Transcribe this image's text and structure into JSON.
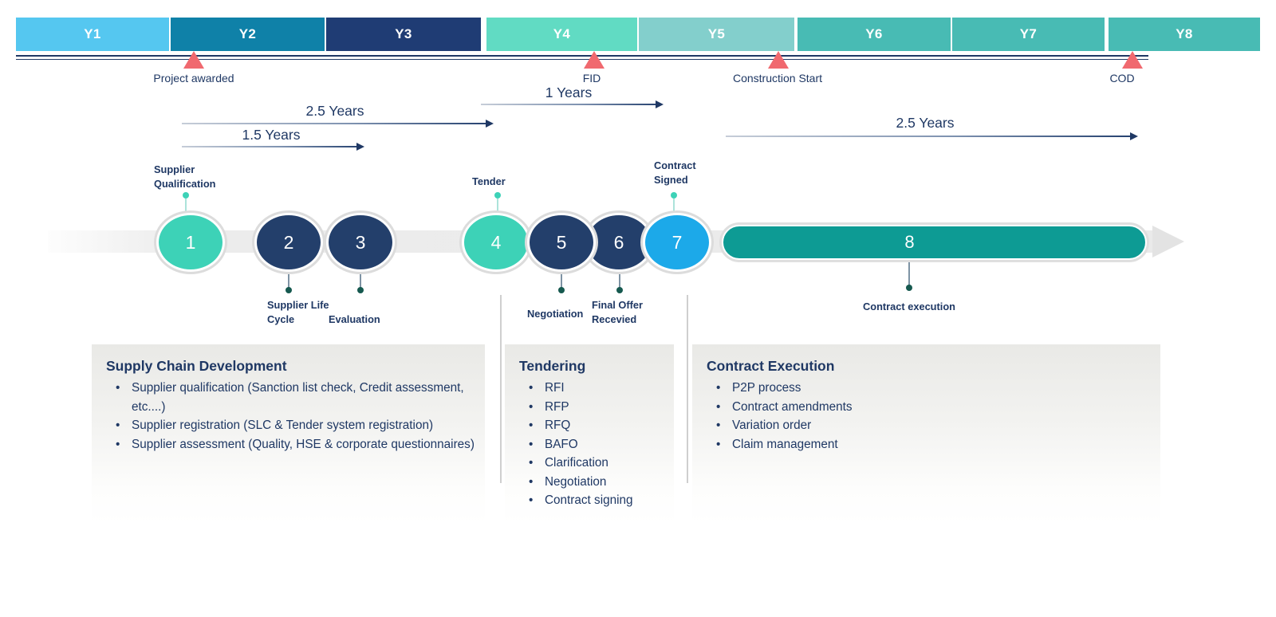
{
  "year_bar": {
    "segments": [
      {
        "label": "Y1",
        "color": "#55C7F0"
      },
      {
        "label": "Y2",
        "color": "#0F81A8"
      },
      {
        "label": "Y3",
        "color": "#1F3C74"
      },
      {
        "label": "Y4",
        "color": "#61DBC3"
      },
      {
        "label": "Y5",
        "color": "#83CFCC"
      },
      {
        "label": "Y6",
        "color": "#48BBB4"
      },
      {
        "label": "Y7",
        "color": "#48BBB4"
      },
      {
        "label": "Y8",
        "color": "#48BBB4"
      }
    ]
  },
  "milestones": {
    "marker_color": "#F0696F",
    "items": [
      {
        "label": "Project awarded"
      },
      {
        "label": "FID"
      },
      {
        "label": "Construction Start"
      },
      {
        "label": "COD"
      }
    ]
  },
  "duration_arrows": [
    {
      "label": "1 Years"
    },
    {
      "label": "2.5 Years"
    },
    {
      "label": "1.5 Years"
    },
    {
      "label": "2.5 Years"
    }
  ],
  "process": {
    "steps": [
      {
        "number": "1",
        "label": "Supplier\nQualification",
        "label_position": "above",
        "color": "#3DD2B7"
      },
      {
        "number": "2",
        "label": "Supplier Life\nCycle",
        "label_position": "below",
        "color": "#233F6B"
      },
      {
        "number": "3",
        "label": "Evaluation",
        "label_position": "below",
        "color": "#233F6B"
      },
      {
        "number": "4",
        "label": "Tender",
        "label_position": "above",
        "color": "#3DD2B7"
      },
      {
        "number": "5",
        "label": "Negotiation",
        "label_position": "below",
        "color": "#233F6B"
      },
      {
        "number": "6",
        "label": "Final Offer\nRecevied",
        "label_position": "below",
        "color": "#233F6B"
      },
      {
        "number": "7",
        "label": "Contract\nSigned",
        "label_position": "above",
        "color": "#1CA9E9"
      },
      {
        "number": "8",
        "label": "Contract execution",
        "label_position": "below",
        "color": "#0D9B94",
        "shape": "bar"
      }
    ]
  },
  "phases": [
    {
      "title": "Supply Chain Development",
      "bullets": [
        "Supplier qualification (Sanction list check, Credit assessment, etc....)",
        "Supplier registration (SLC & Tender system registration)",
        "Supplier assessment (Quality, HSE & corporate questionnaires)"
      ]
    },
    {
      "title": "Tendering",
      "bullets": [
        "RFI",
        "RFP",
        "RFQ",
        "BAFO",
        "Clarification",
        "Negotiation",
        "Contract signing"
      ]
    },
    {
      "title": "Contract Execution",
      "bullets": [
        "P2P process",
        "Contract amendments",
        "Variation order",
        "Claim management"
      ]
    }
  ]
}
